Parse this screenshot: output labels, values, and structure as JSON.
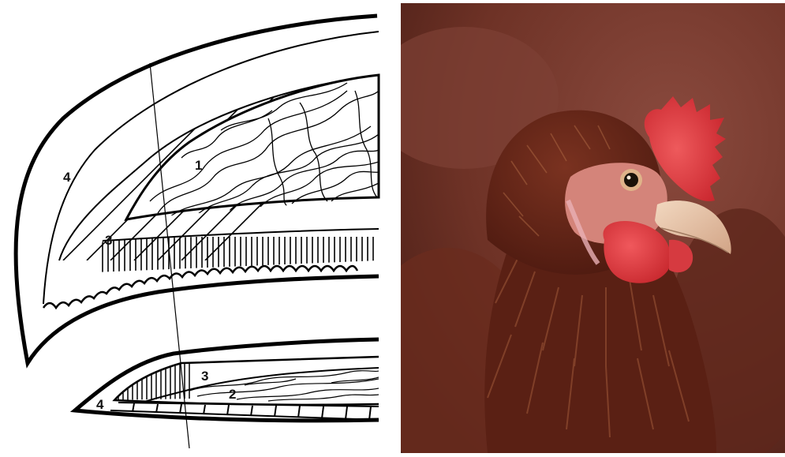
{
  "diagram": {
    "labels": {
      "upper_pulp": "1",
      "lower_pulp": "2",
      "upper_dermis": "3",
      "lower_dermis": "3",
      "upper_horn": "4",
      "lower_horn": "4"
    }
  },
  "photo": {
    "colors": {
      "background": "#7a3a2e",
      "feathers": "#6b2a1a",
      "comb": "#e0343a",
      "wattle": "#e43f45",
      "face": "#d8837a",
      "beak": "#e8c6a8",
      "eye": "#1a1208"
    }
  }
}
